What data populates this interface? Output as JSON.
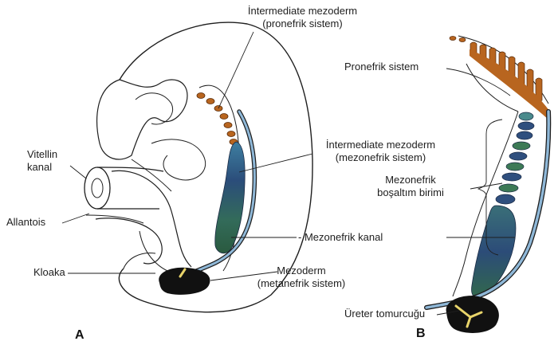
{
  "figure": {
    "panel_a": {
      "letter": "A",
      "labels": {
        "intermediate_pronefrik_1": "İntermediate mezoderm",
        "intermediate_pronefrik_2": "(pronefrik sistem)",
        "intermediate_mezonefrik_1": "İntermediate mezoderm",
        "intermediate_mezonefrik_2": "(mezonefrik sistem)",
        "vitellin_1": "Vitellin",
        "vitellin_2": "kanal",
        "allantois": "Allantois",
        "kloaka": "Kloaka",
        "mezoderm_1": "Mezoderm",
        "mezoderm_2": "(metanefrik sistem)",
        "mezonefrik_kanal": "- Mezonefrik kanal"
      }
    },
    "panel_b": {
      "letter": "B",
      "labels": {
        "pronefrik_sistem": "Pronefrik sistem",
        "mezonefrik_birimi_1": "Mezonefrik",
        "mezonefrik_birimi_2": "boşaltım birimi",
        "ureter": "Üreter tomurcuğu"
      }
    },
    "colors": {
      "ink": "#1e1e1e",
      "pronephros_orange": "#b8651f",
      "mesonephros_blue": "#2f4f7e",
      "mesonephros_green": "#3d7a56",
      "duct_blue": "#8fb8d8",
      "metanephros_black": "#111111",
      "ureter_yellow": "#e8d46a"
    }
  }
}
